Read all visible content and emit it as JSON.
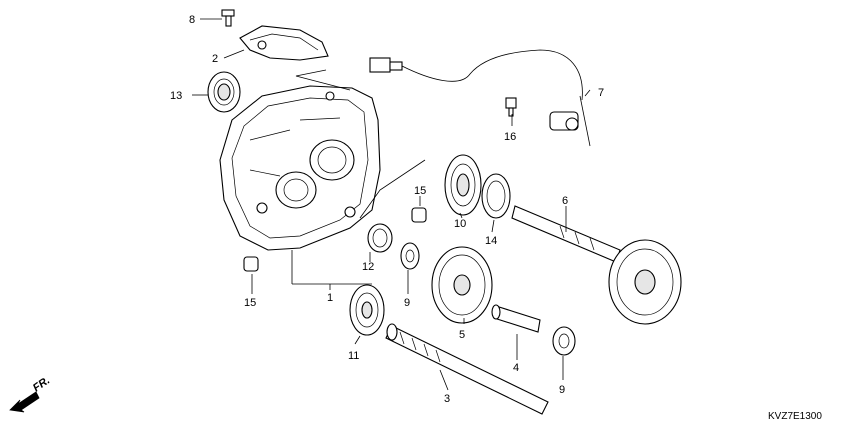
{
  "callouts": [
    {
      "id": "c8",
      "text": "8"
    },
    {
      "id": "c2",
      "text": "2"
    },
    {
      "id": "c13",
      "text": "13"
    },
    {
      "id": "c7",
      "text": "7"
    },
    {
      "id": "c16",
      "text": "16"
    },
    {
      "id": "c15a",
      "text": "15"
    },
    {
      "id": "c10",
      "text": "10"
    },
    {
      "id": "c14",
      "text": "14"
    },
    {
      "id": "c6",
      "text": "6"
    },
    {
      "id": "c12",
      "text": "12"
    },
    {
      "id": "c9a",
      "text": "9"
    },
    {
      "id": "c15b",
      "text": "15"
    },
    {
      "id": "c1",
      "text": "1"
    },
    {
      "id": "c5",
      "text": "5"
    },
    {
      "id": "c11",
      "text": "11"
    },
    {
      "id": "c4",
      "text": "4"
    },
    {
      "id": "c9b",
      "text": "9"
    },
    {
      "id": "c3",
      "text": "3"
    }
  ],
  "direction_label": "FR.",
  "diagram_code": "KVZ7E1300",
  "icons": [
    "front-direction-arrow-icon"
  ]
}
